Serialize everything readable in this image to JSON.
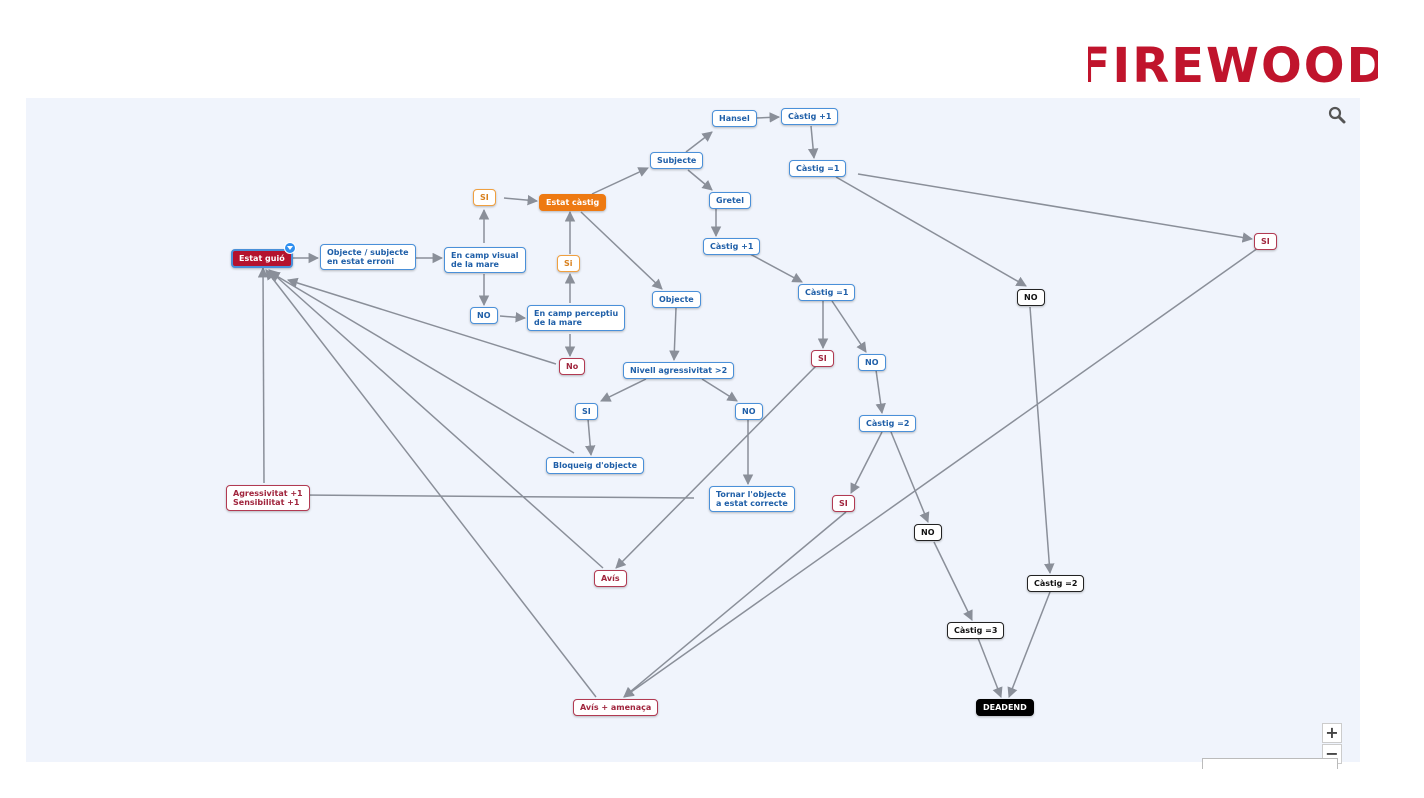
{
  "logo": {
    "text": "FIREWOOD",
    "color": "#c0142c"
  },
  "colors": {
    "blue": "#4a90d9",
    "red": "#b23a52",
    "orange": "#f0a040",
    "edge": "#8a8f99",
    "canvas": "#f0f4fc"
  },
  "icons": {
    "search": "search-icon",
    "zoom_in": "plus-icon",
    "zoom_out": "minus-icon"
  },
  "zoom": {
    "in_label": "+",
    "out_label": "−"
  },
  "nodes": {
    "estat_guio": "Estat guió",
    "objecte_subjecte": "Objecte / subjecte\nen estat erroni",
    "camp_visual": "En camp visual\nde la mare",
    "si_top": "SI",
    "estat_castig": "Estat càstig",
    "no_mid": "NO",
    "camp_perceptiu": "En camp perceptiu\nde la mare",
    "si_perceptiu": "Si",
    "no_red": "No",
    "subjecte": "Subjecte",
    "hansel": "Hansel",
    "castig_plus1_a": "Càstig +1",
    "castig_eq1_a": "Càstig =1",
    "gretel": "Gretel",
    "castig_plus1_b": "Càstig +1",
    "castig_eq1_b": "Càstig =1",
    "objecte": "Objecte",
    "nivell": "Nivell agressivitat >2",
    "si_nivell": "SI",
    "no_nivell": "NO",
    "bloqueig": "Bloqueig d'objecte",
    "tornar": "Tornar l'objecte\na estat correcte",
    "agressivitat": "Agressivitat +1\nSensibilitat +1",
    "si_red_b": "SI",
    "no_b": "NO",
    "castig_eq2_b": "Càstig =2",
    "si_red_c": "SI",
    "no_c": "NO",
    "castig_eq3": "Càstig =3",
    "si_red_right": "SI",
    "no_right": "NO",
    "castig_eq2_right": "Càstig =2",
    "deadend": "DEADEND",
    "avis": "Avís",
    "avis_amenaca": "Avís + amenaça"
  }
}
